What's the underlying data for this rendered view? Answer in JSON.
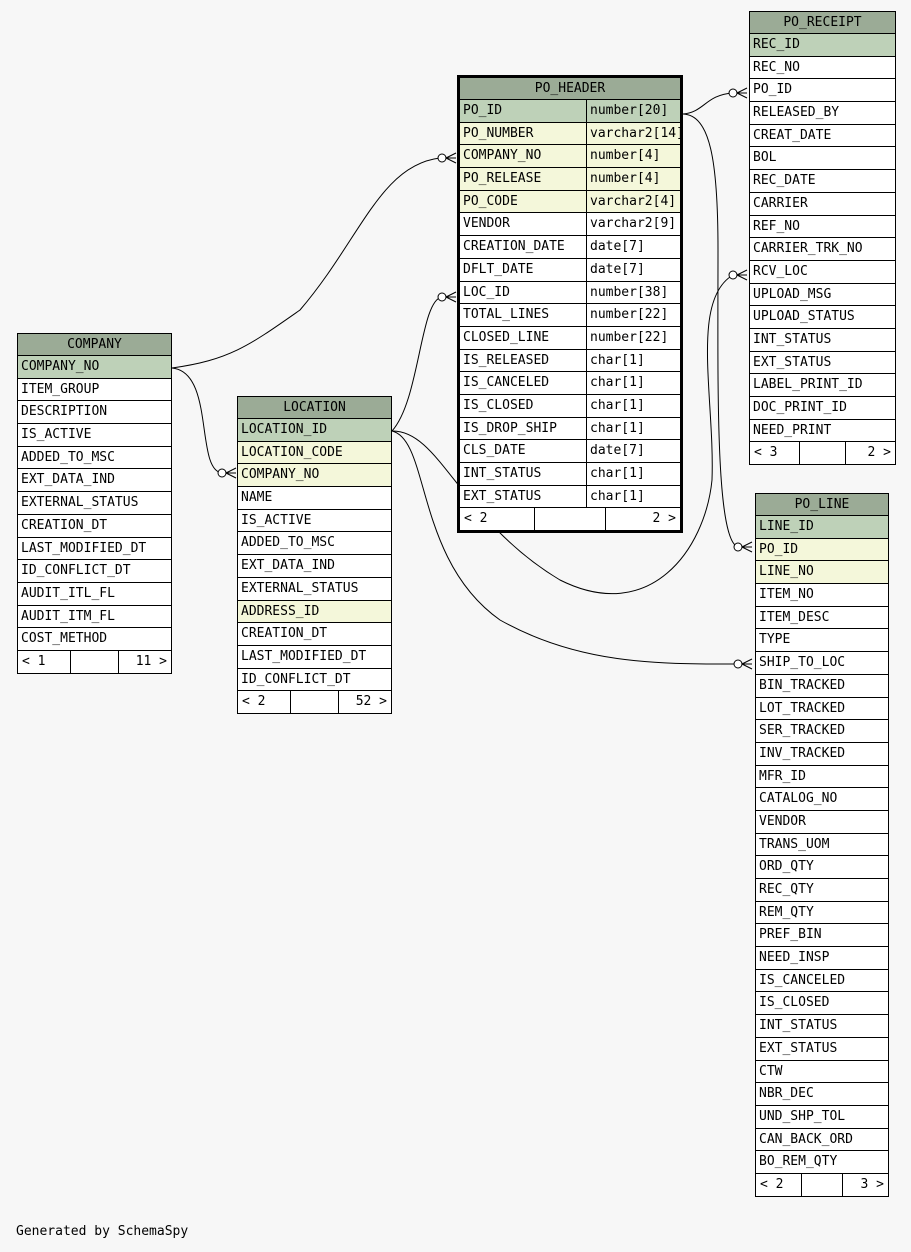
{
  "tables": [
    {
      "id": "company",
      "name": "COMPANY",
      "main": false,
      "columns": [
        {
          "name": "COMPANY_NO",
          "kind": "pk"
        },
        {
          "name": "ITEM_GROUP"
        },
        {
          "name": "DESCRIPTION"
        },
        {
          "name": "IS_ACTIVE"
        },
        {
          "name": "ADDED_TO_MSC"
        },
        {
          "name": "EXT_DATA_IND"
        },
        {
          "name": "EXTERNAL_STATUS"
        },
        {
          "name": "CREATION_DT"
        },
        {
          "name": "LAST_MODIFIED_DT"
        },
        {
          "name": "ID_CONFLICT_DT"
        },
        {
          "name": "AUDIT_ITL_FL"
        },
        {
          "name": "AUDIT_ITM_FL"
        },
        {
          "name": "COST_METHOD"
        }
      ],
      "parents": "< 1",
      "children": "11 >"
    },
    {
      "id": "location",
      "name": "LOCATION",
      "main": false,
      "columns": [
        {
          "name": "LOCATION_ID",
          "kind": "pk"
        },
        {
          "name": "LOCATION_CODE",
          "kind": "fk"
        },
        {
          "name": "COMPANY_NO",
          "kind": "fk"
        },
        {
          "name": "NAME"
        },
        {
          "name": "IS_ACTIVE"
        },
        {
          "name": "ADDED_TO_MSC"
        },
        {
          "name": "EXT_DATA_IND"
        },
        {
          "name": "EXTERNAL_STATUS"
        },
        {
          "name": "ADDRESS_ID",
          "kind": "fk"
        },
        {
          "name": "CREATION_DT"
        },
        {
          "name": "LAST_MODIFIED_DT"
        },
        {
          "name": "ID_CONFLICT_DT"
        }
      ],
      "parents": "< 2",
      "children": "52 >"
    },
    {
      "id": "po_header",
      "name": "PO_HEADER",
      "main": true,
      "columns": [
        {
          "name": "PO_ID",
          "type": "number[20]",
          "kind": "pk"
        },
        {
          "name": "PO_NUMBER",
          "type": "varchar2[14]",
          "kind": "fk"
        },
        {
          "name": "COMPANY_NO",
          "type": "number[4]",
          "kind": "fk"
        },
        {
          "name": "PO_RELEASE",
          "type": "number[4]",
          "kind": "fk"
        },
        {
          "name": "PO_CODE",
          "type": "varchar2[4]",
          "kind": "fk"
        },
        {
          "name": "VENDOR",
          "type": "varchar2[9]"
        },
        {
          "name": "CREATION_DATE",
          "type": "date[7]"
        },
        {
          "name": "DFLT_DATE",
          "type": "date[7]"
        },
        {
          "name": "LOC_ID",
          "type": "number[38]"
        },
        {
          "name": "TOTAL_LINES",
          "type": "number[22]"
        },
        {
          "name": "CLOSED_LINE",
          "type": "number[22]"
        },
        {
          "name": "IS_RELEASED",
          "type": "char[1]"
        },
        {
          "name": "IS_CANCELED",
          "type": "char[1]"
        },
        {
          "name": "IS_CLOSED",
          "type": "char[1]"
        },
        {
          "name": "IS_DROP_SHIP",
          "type": "char[1]"
        },
        {
          "name": "CLS_DATE",
          "type": "date[7]"
        },
        {
          "name": "INT_STATUS",
          "type": "char[1]"
        },
        {
          "name": "EXT_STATUS",
          "type": "char[1]"
        }
      ],
      "parents": "< 2",
      "children": "2 >"
    },
    {
      "id": "po_receipt",
      "name": "PO_RECEIPT",
      "main": false,
      "columns": [
        {
          "name": "REC_ID",
          "kind": "pk"
        },
        {
          "name": "REC_NO"
        },
        {
          "name": "PO_ID"
        },
        {
          "name": "RELEASED_BY"
        },
        {
          "name": "CREAT_DATE"
        },
        {
          "name": "BOL"
        },
        {
          "name": "REC_DATE"
        },
        {
          "name": "CARRIER"
        },
        {
          "name": "REF_NO"
        },
        {
          "name": "CARRIER_TRK_NO"
        },
        {
          "name": "RCV_LOC"
        },
        {
          "name": "UPLOAD_MSG"
        },
        {
          "name": "UPLOAD_STATUS"
        },
        {
          "name": "INT_STATUS"
        },
        {
          "name": "EXT_STATUS"
        },
        {
          "name": "LABEL_PRINT_ID"
        },
        {
          "name": "DOC_PRINT_ID"
        },
        {
          "name": "NEED_PRINT"
        }
      ],
      "parents": "< 3",
      "children": "2 >"
    },
    {
      "id": "po_line",
      "name": "PO_LINE",
      "main": false,
      "columns": [
        {
          "name": "LINE_ID",
          "kind": "pk"
        },
        {
          "name": "PO_ID",
          "kind": "fk"
        },
        {
          "name": "LINE_NO",
          "kind": "fk"
        },
        {
          "name": "ITEM_NO"
        },
        {
          "name": "ITEM_DESC"
        },
        {
          "name": "TYPE"
        },
        {
          "name": "SHIP_TO_LOC"
        },
        {
          "name": "BIN_TRACKED"
        },
        {
          "name": "LOT_TRACKED"
        },
        {
          "name": "SER_TRACKED"
        },
        {
          "name": "INV_TRACKED"
        },
        {
          "name": "MFR_ID"
        },
        {
          "name": "CATALOG_NO"
        },
        {
          "name": "VENDOR"
        },
        {
          "name": "TRANS_UOM"
        },
        {
          "name": "ORD_QTY"
        },
        {
          "name": "REC_QTY"
        },
        {
          "name": "REM_QTY"
        },
        {
          "name": "PREF_BIN"
        },
        {
          "name": "NEED_INSP"
        },
        {
          "name": "IS_CANCELED"
        },
        {
          "name": "IS_CLOSED"
        },
        {
          "name": "INT_STATUS"
        },
        {
          "name": "EXT_STATUS"
        },
        {
          "name": "CTW"
        },
        {
          "name": "NBR_DEC"
        },
        {
          "name": "UND_SHP_TOL"
        },
        {
          "name": "CAN_BACK_ORD"
        },
        {
          "name": "BO_REM_QTY"
        }
      ],
      "parents": "< 2",
      "children": "3 >"
    }
  ],
  "relationships": [
    {
      "from": "company.COMPANY_NO",
      "to": "po_header.COMPANY_NO"
    },
    {
      "from": "company.COMPANY_NO",
      "to": "location.COMPANY_NO"
    },
    {
      "from": "location.LOCATION_ID",
      "to": "po_header.LOC_ID"
    },
    {
      "from": "location.LOCATION_ID",
      "to": "po_receipt.RCV_LOC"
    },
    {
      "from": "location.LOCATION_ID",
      "to": "po_line.SHIP_TO_LOC"
    },
    {
      "from": "po_header.PO_ID",
      "to": "po_receipt.PO_ID"
    },
    {
      "from": "po_header.PO_ID",
      "to": "po_line.PO_ID"
    }
  ],
  "footer": "Generated by SchemaSpy",
  "colors": {
    "header": "#9bab96",
    "primary_key": "#bed1b8",
    "foreign_key": "#f4f7da",
    "background": "#f7f7f7"
  }
}
